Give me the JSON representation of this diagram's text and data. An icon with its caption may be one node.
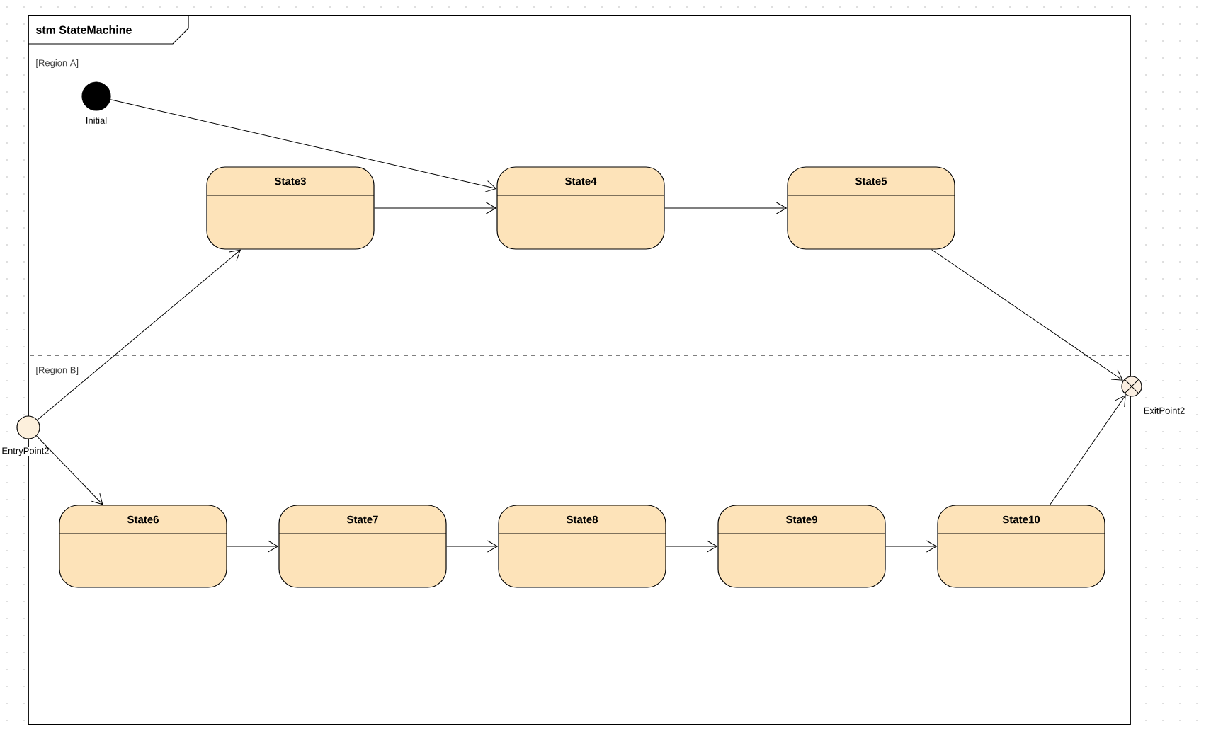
{
  "diagram": {
    "nodes": [
      {
        "text": [
          "stm StateMachine"
        ]
      },
      {
        "text": [],
        "shape": "circle",
        "beside": [
          "Initial"
        ],
        "in": 0
      },
      {
        "text": [
          "State3"
        ],
        "in": 0
      },
      {
        "text": [
          "State4"
        ],
        "in": 0
      },
      {
        "text": [
          "State5"
        ],
        "in": 0
      },
      {
        "text": [],
        "shape": "circle",
        "beside": [
          "EntryPoint2"
        ]
      },
      {
        "text": [],
        "shape": "circle",
        "beside": [
          "ExitPoint2"
        ]
      },
      {
        "text": [
          "State6"
        ],
        "in": 0
      },
      {
        "text": [
          "State7"
        ],
        "in": 0
      },
      {
        "text": [
          "State8"
        ],
        "in": 0
      },
      {
        "text": [
          "State9"
        ],
        "in": 0
      },
      {
        "text": [
          "State10"
        ],
        "in": 0
      }
    ],
    "edges": [
      {
        "from": 1,
        "to": 3,
        "arrow": "to"
      },
      {
        "from": 2,
        "to": 3,
        "arrow": "to"
      },
      {
        "from": 3,
        "to": 4,
        "arrow": "to"
      },
      {
        "from": 4,
        "to": 6,
        "arrow": "to"
      },
      {
        "from": 5,
        "to": 2,
        "arrow": "to"
      },
      {
        "from": 5,
        "to": 7,
        "arrow": "to"
      },
      {
        "from": 7,
        "to": 8,
        "arrow": "to"
      },
      {
        "from": 8,
        "to": 9,
        "arrow": "to"
      },
      {
        "from": 9,
        "to": 10,
        "arrow": "to"
      },
      {
        "from": 10,
        "to": 11,
        "arrow": "to"
      },
      {
        "from": 11,
        "to": 6,
        "arrow": "to"
      }
    ],
    "labels": [
      "[Region A]",
      "[Region B]"
    ]
  }
}
